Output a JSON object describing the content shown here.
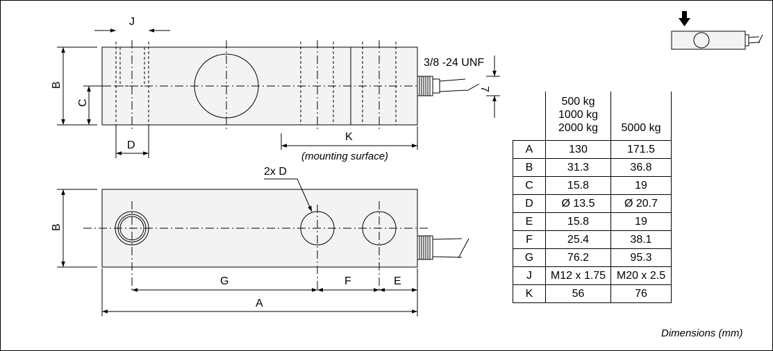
{
  "drawing": {
    "labels": {
      "J": "J",
      "B_top": "B",
      "C": "C",
      "D_top": "D",
      "K": "K",
      "mounting": "(mounting surface)",
      "thread": "3/8 -24 UNF",
      "seven": "7",
      "twoxD": "2x D",
      "B_bottom": "B",
      "G": "G",
      "F": "F",
      "E": "E",
      "A": "A"
    }
  },
  "table": {
    "headers": [
      "500 kg",
      "1000 kg",
      "2000 kg",
      "5000 kg"
    ],
    "rows": [
      {
        "label": "A",
        "v1": "130",
        "v2": "171.5"
      },
      {
        "label": "B",
        "v1": "31.3",
        "v2": "36.8"
      },
      {
        "label": "C",
        "v1": "15.8",
        "v2": "19"
      },
      {
        "label": "D",
        "v1": "Ø 13.5",
        "v2": "Ø 20.7"
      },
      {
        "label": "E",
        "v1": "15.8",
        "v2": "19"
      },
      {
        "label": "F",
        "v1": "25.4",
        "v2": "38.1"
      },
      {
        "label": "G",
        "v1": "76.2",
        "v2": "95.3"
      },
      {
        "label": "J",
        "v1": "M12 x 1.75",
        "v2": "M20 x 2.5"
      },
      {
        "label": "K",
        "v1": "56",
        "v2": "76"
      }
    ]
  },
  "note": "Dimensions (mm)"
}
